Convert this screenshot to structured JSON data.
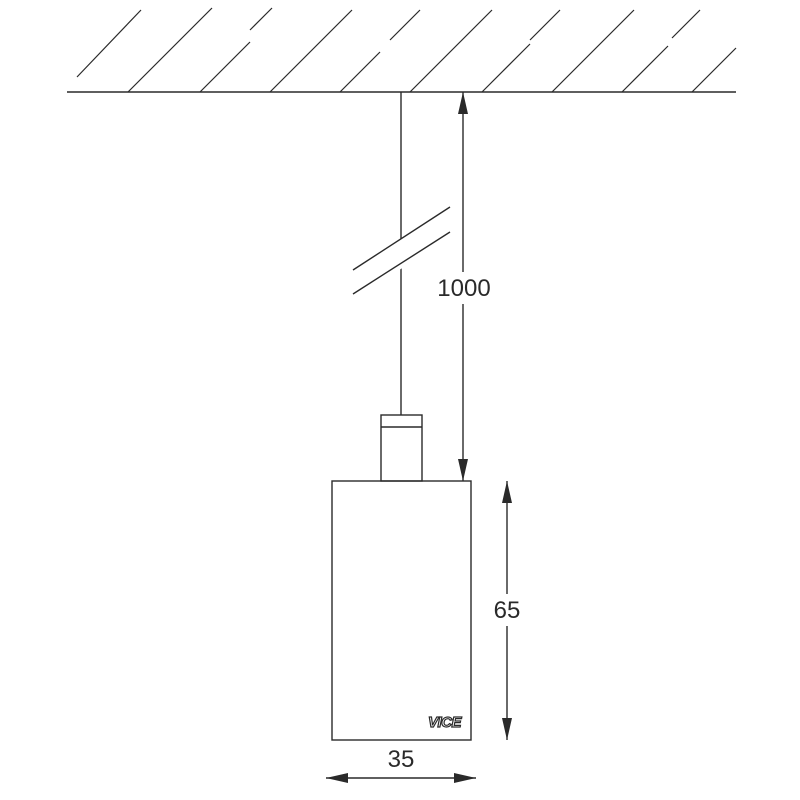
{
  "dimensions": {
    "cable_length": "1000",
    "body_height": "65",
    "body_width": "35"
  },
  "logo": {
    "text": "VICE"
  },
  "colors": {
    "line": "#2a2a2a",
    "background": "#ffffff"
  }
}
